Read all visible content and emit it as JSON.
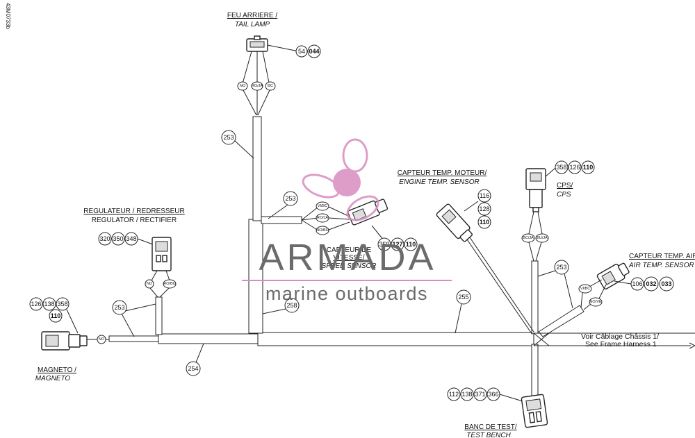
{
  "side_id": "43M0733b",
  "components": {
    "tail_lamp": {
      "fr": "FEU ARRIERE /",
      "en": "TAIL LAMP",
      "parts": [
        "54",
        "044"
      ],
      "wires": [
        "NO",
        "RO/JA",
        "BC"
      ]
    },
    "regulator": {
      "fr": "REGULATEUR / REDRESSEUR",
      "en": "REGULATOR / RECTIFIER",
      "parts": [
        "320",
        "350",
        "348"
      ],
      "wires": [
        "NO",
        "RO/BU"
      ]
    },
    "magneto": {
      "fr": "MAGNETO /",
      "en": "MAGNETO",
      "parts": [
        "126",
        "138",
        "358",
        "110"
      ],
      "wires": [
        "NO"
      ]
    },
    "speed_sensor": {
      "fr1": "CAPTEUR DE",
      "fr2": "VITESSE/",
      "en": "SPEED SENSOR",
      "parts": [
        "359",
        "127",
        "110"
      ],
      "wires": [
        "VI/BC",
        "RO/JA",
        "NO/BU"
      ]
    },
    "engine_temp": {
      "fr": "CAPTEUR TEMP. MOTEUR/",
      "en": "ENGINE TEMP. SENSOR",
      "parts": [
        "116",
        "128",
        "110"
      ]
    },
    "cps": {
      "fr": "CPS/",
      "en": "CPS",
      "parts": [
        "358",
        "126",
        "110"
      ],
      "wires": [
        "BC/JA",
        "BU/JA"
      ]
    },
    "air_temp": {
      "fr": "CAPTEUR TEMP. AIR/",
      "en": "AIR TEMP. SENSOR",
      "parts": [
        "106",
        "032",
        "033"
      ],
      "wires": [
        "VI/BC",
        "NO/VE"
      ]
    },
    "test_bench": {
      "fr": "BANC DE TEST/",
      "en": "TEST BENCH",
      "parts": [
        "112",
        "138",
        "371",
        "366"
      ]
    }
  },
  "harness_callouts": [
    "253",
    "253",
    "253",
    "253",
    "258",
    "255",
    "254"
  ],
  "frame_note": {
    "fr": "Voir Câblage Châssis 1/",
    "en": "See Frame Harness 1"
  },
  "watermark": {
    "main": "ARMADA",
    "sub": "marine outboards",
    "color": "#d98cbf"
  }
}
